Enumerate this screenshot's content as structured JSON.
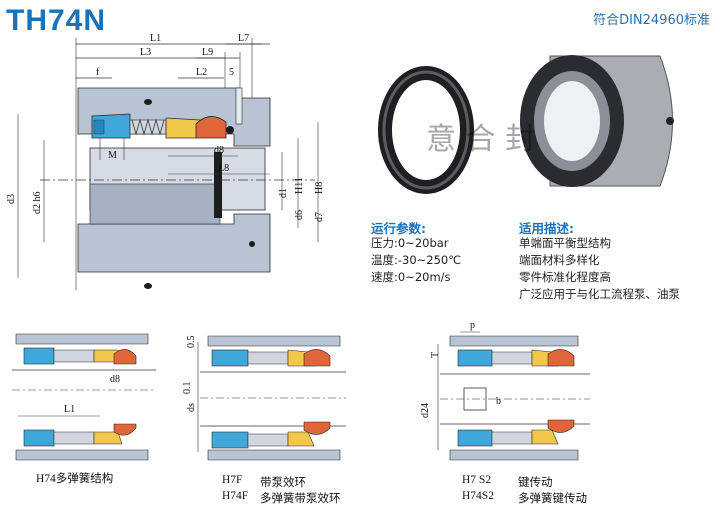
{
  "model": "TH74N",
  "standard": "符合DIN24960标准",
  "params": {
    "heading": "运行参数:",
    "lines": [
      "压力:0~20bar",
      "温度:-30~250℃",
      "速度:0~20m/s"
    ]
  },
  "applications": {
    "heading": "适用描述:",
    "lines": [
      "单端面平衡型结构",
      "端面材料多样化",
      "零件标准化程度高",
      "广泛应用于与化工流程泵、油泵"
    ]
  },
  "watermark": "意 合 封",
  "main_labels": {
    "L1": "L1",
    "L3": "L3",
    "L9": "L9",
    "L7": "L7",
    "L2": "L2",
    "f": "f",
    "five": "5",
    "M": "M",
    "d8": "d8",
    "L8": "L8",
    "d3": "d3",
    "d2h6": "d2 h6",
    "d1": "d1",
    "d6": "d6",
    "H11": "H11",
    "d7": "d7",
    "H8": "H8"
  },
  "small1": {
    "L1": "L1",
    "d8": "d8",
    "caption": "H74多弹簧结构"
  },
  "small2": {
    "dim1": "0.5",
    "dim2": "0.1",
    "ds": "ds",
    "rows": [
      [
        "H7F",
        "带泵效环"
      ],
      [
        "H74F",
        "多弹簧带泵效环"
      ]
    ]
  },
  "small3": {
    "p": "p",
    "T": "T",
    "b": "b",
    "d24": "d24",
    "rows": [
      [
        "H7  S2",
        "键传动"
      ],
      [
        "H74S2",
        "多弹簧键传动"
      ]
    ]
  },
  "colors": {
    "accent": "#1a73b8",
    "housing": "#b8c3d3",
    "sleeve": "#9aa6ba",
    "seat": "#3fa7d9",
    "spring_body": "#f2c84b",
    "face": "#e0663a",
    "line": "#2b2b2b"
  }
}
